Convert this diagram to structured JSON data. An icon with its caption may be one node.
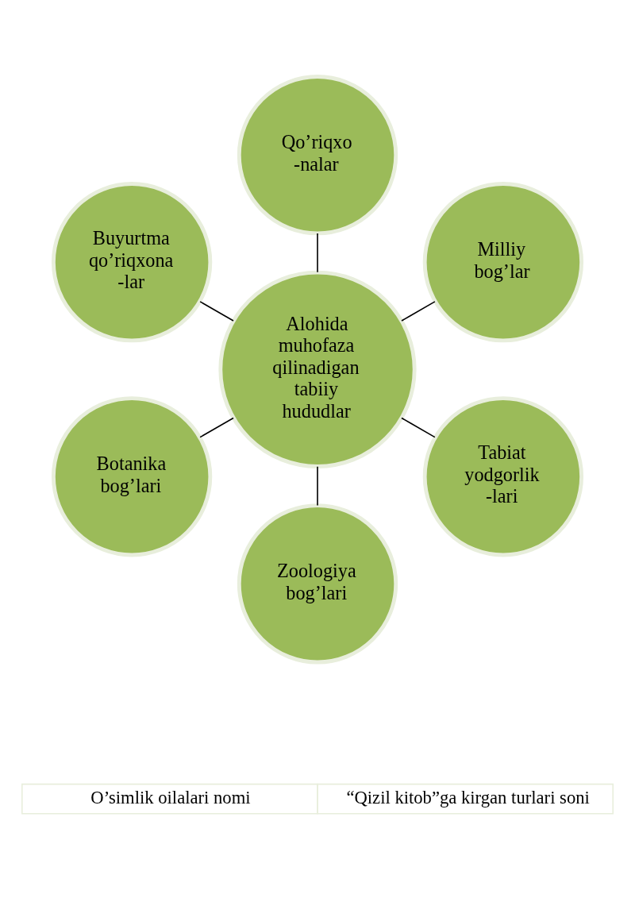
{
  "diagram": {
    "nodes": [
      {
        "text": [
          "Alohida muhofaza qilinadigan tabiiy hududlar"
        ]
      },
      {
        "text": [
          "Qo’riqxo -nalar"
        ]
      },
      {
        "text": [
          "Milliy bog’lar"
        ]
      },
      {
        "text": [
          "Tabiat yodgorlik -lari"
        ]
      },
      {
        "text": [
          "Zoologiya bog’lari"
        ]
      },
      {
        "text": [
          "Botanika bog’lari"
        ]
      },
      {
        "text": [
          "Buyurtma qo’riqxona -lar"
        ]
      }
    ],
    "edges": [
      {
        "from": 0,
        "to": 1,
        "arrow": "none"
      },
      {
        "from": 0,
        "to": 2,
        "arrow": "none"
      },
      {
        "from": 0,
        "to": 3,
        "arrow": "none"
      },
      {
        "from": 0,
        "to": 4,
        "arrow": "none"
      },
      {
        "from": 0,
        "to": 5,
        "arrow": "none"
      },
      {
        "from": 0,
        "to": 6,
        "arrow": "none"
      }
    ],
    "labels": [
      "O’simlik oilalari nomi",
      "“Qizil kitob”ga kirgan turlari soni"
    ]
  }
}
